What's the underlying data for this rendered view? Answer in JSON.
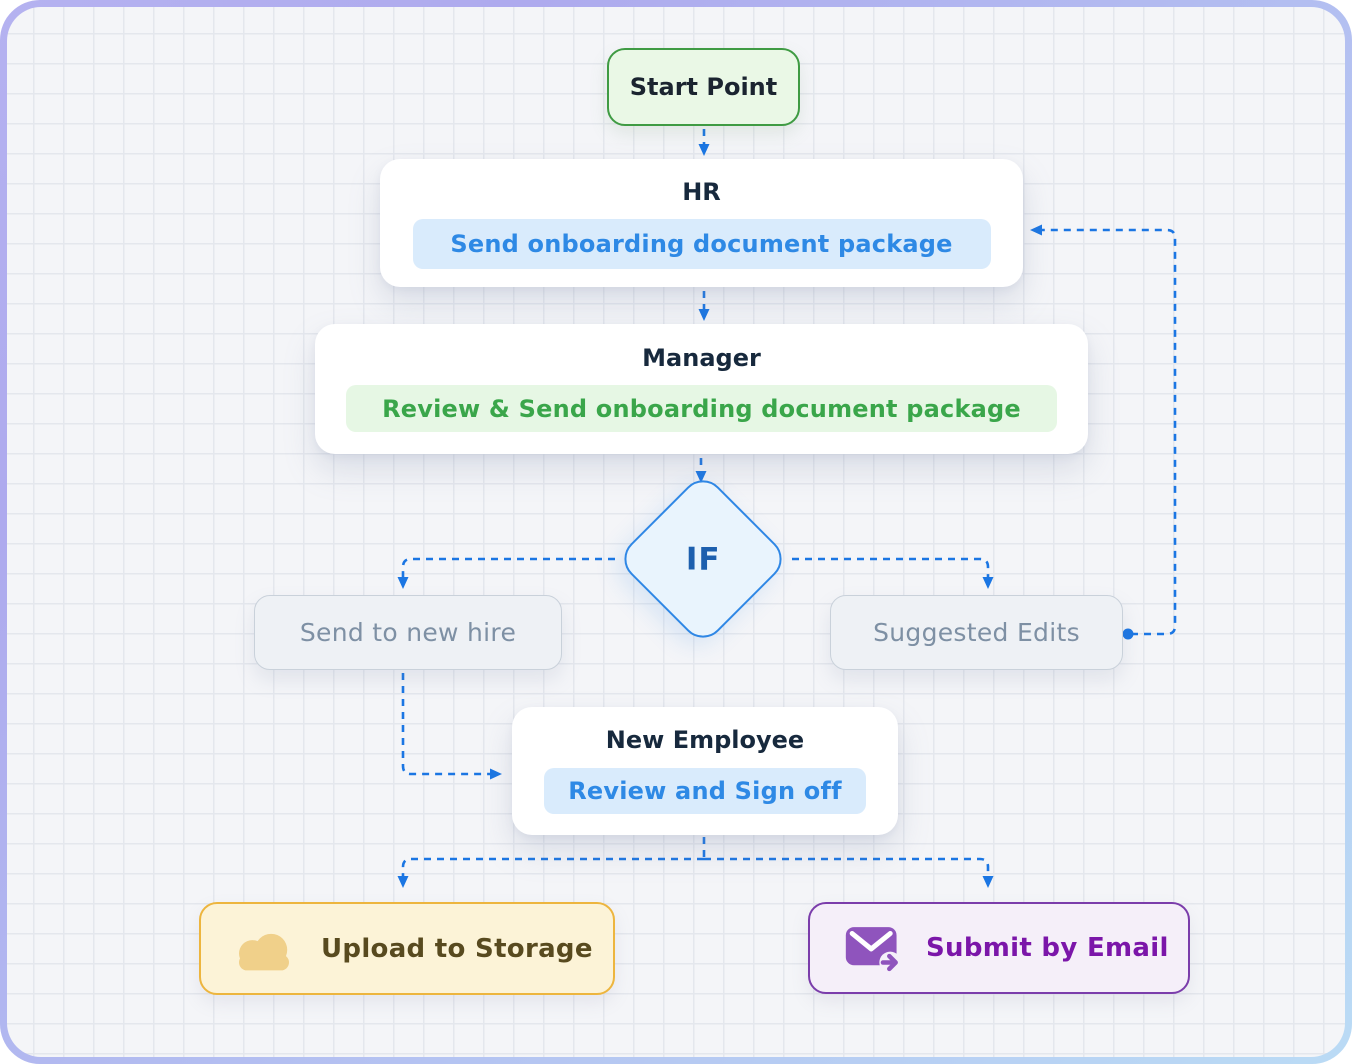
{
  "palette": {
    "connector_blue": "#1b76e3",
    "frame_gradient_start": "#b5b2f0",
    "frame_gradient_end": "#badbf5",
    "canvas_bg": "#f4f5f8",
    "grid_line": "#e4e7ed",
    "card_bg": "#ffffff",
    "title_navy": "#17293d",
    "blue_pill_bg": "#d9ebfc",
    "blue_pill_text": "#2e89e5",
    "green_pill_bg": "#e6f7e4",
    "green_pill_text": "#3aa64a",
    "start_border": "#3f9b43",
    "start_bg": "#eaf8e6",
    "start_text": "#1b2430",
    "if_border": "#2f87e5",
    "if_bg": "#e9f4fd",
    "if_text": "#1d5fae",
    "gray_bg": "#eef1f5",
    "gray_border": "#c9d1da",
    "gray_text": "#7e90a4",
    "upload_border": "#edb53e",
    "upload_bg": "#fcf3d7",
    "upload_icon": "#f0d08a",
    "upload_text": "#584a1f",
    "submit_border": "#7b3dab",
    "submit_bg": "#f5eff9",
    "submit_icon": "#8f54bd",
    "submit_text": "#7b16a9"
  },
  "nodes": {
    "start": {
      "label": "Start Point"
    },
    "hr": {
      "title": "HR",
      "task": "Send onboarding document package"
    },
    "manager": {
      "title": "Manager",
      "task": "Review & Send onboarding document package"
    },
    "decision": {
      "label": "IF"
    },
    "send_to_new_hire": {
      "label": "Send to new hire"
    },
    "suggested_edits": {
      "label": "Suggested Edits"
    },
    "new_employee": {
      "title": "New Employee",
      "task": "Review and Sign off"
    },
    "upload_to_storage": {
      "label": "Upload to Storage",
      "icon": "cloud-icon"
    },
    "submit_by_email": {
      "label": "Submit by Email",
      "icon": "email-send-icon"
    }
  }
}
